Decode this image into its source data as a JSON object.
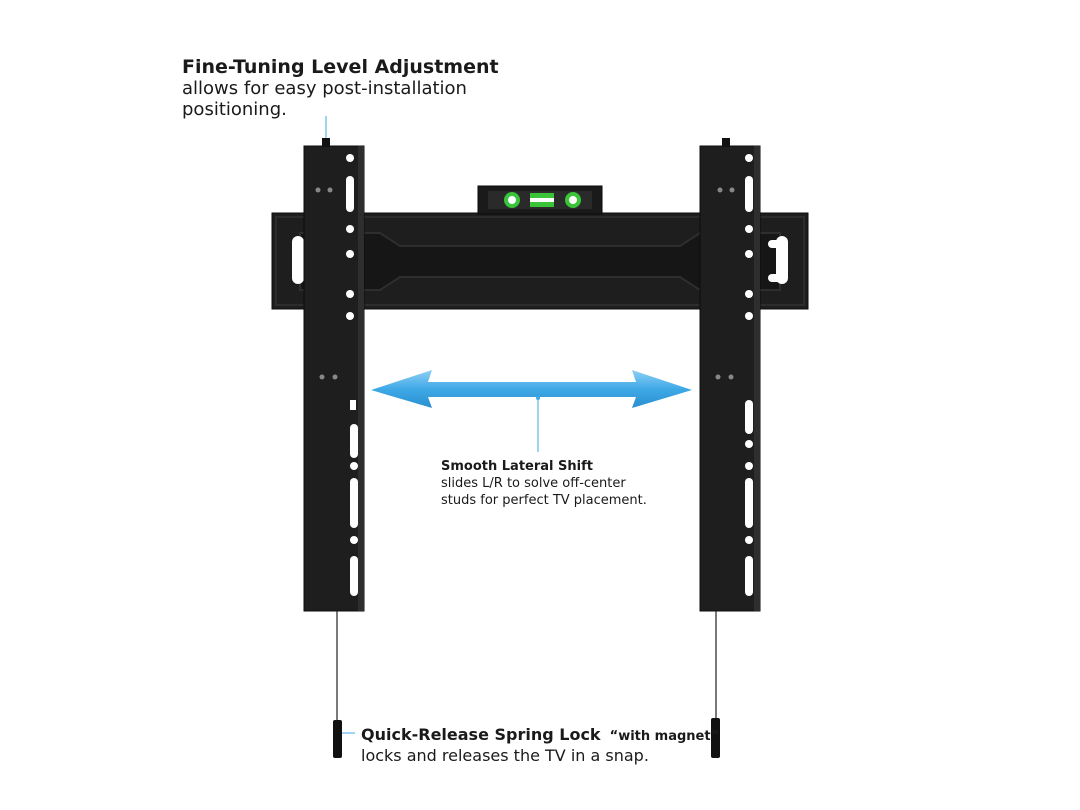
{
  "annotations": {
    "level_adjustment": {
      "title": "Fine-Tuning Level Adjustment",
      "body_line1": "allows for easy post-installation",
      "body_line2": "positioning."
    },
    "lateral_shift": {
      "title": "Smooth Lateral Shift",
      "body_line1": "slides L/R to solve off-center",
      "body_line2": "studs for perfect TV placement."
    },
    "spring_lock": {
      "title": "Quick-Release Spring Lock",
      "note": "“with magnet”",
      "body": "locks and releases the TV in a  snap."
    }
  },
  "colors": {
    "mount": "#1e1e1e",
    "mount_edge": "#0c0c0c",
    "arrow": "#3fa9e6",
    "leader": "#3fa9e6",
    "bubble": "#39c43a"
  },
  "icons": {
    "arrow": "double-headed-arrow-icon",
    "level": "bubble-level-icon"
  }
}
